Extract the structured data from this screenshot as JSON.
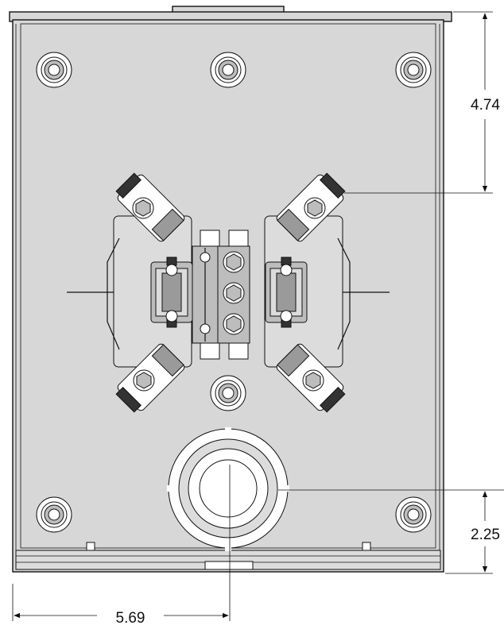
{
  "dimensions": {
    "height_top": "4.74",
    "height_bottom": "2.25",
    "width_center": "5.69"
  },
  "colors": {
    "enclosure_fill": "#d7d7d7",
    "line": "#111111"
  }
}
